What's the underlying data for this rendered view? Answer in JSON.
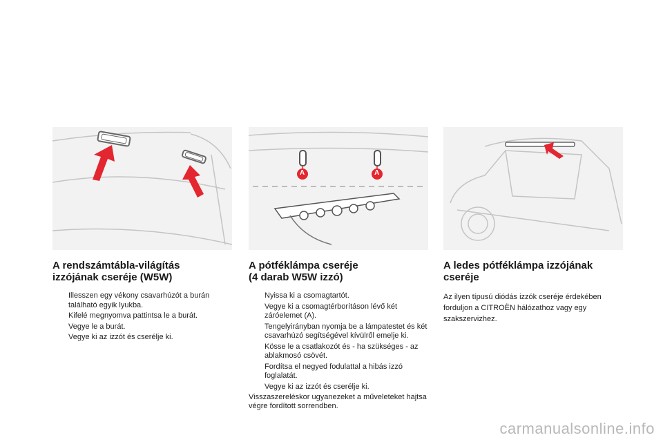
{
  "sections": [
    {
      "title_lines": [
        "A rendszámtábla-világítás",
        "izzójának cseréje (W5W)"
      ],
      "bullets": [
        "Illesszen egy vékony csavarhúzót a burán található egyik lyukba.",
        "Kifelé megnyomva pattintsa le a burát.",
        "Vegye le a burát.",
        "Vegye ki az izzót és cserélje ki."
      ]
    },
    {
      "title_lines": [
        "A pótféklámpa cseréje",
        "(4 darab W5W izzó)"
      ],
      "figure_labels": [
        "A",
        "A"
      ],
      "bullets": [
        "Nyissa ki a csomagtartót.",
        "Vegye ki a csomagtérborításon lévő két záróelemet (A).",
        "Tengelyirányban nyomja be a lámpatestet és két csavarhúzó segítségével kívülről emelje ki.",
        "Kösse le a csatlakozót és - ha szükséges - az ablakmosó csövét.",
        "Fordítsa el negyed fodulattal a hibás izzó foglalatát.",
        "Vegye ki az izzót és cserélje ki."
      ],
      "note": "Visszaszereléskor ugyanezeket a műveleteket hajtsa végre fordított sorrendben."
    },
    {
      "title_lines": [
        "A ledes pótféklámpa izzójának",
        "cseréje"
      ],
      "paragraph": "Az ilyen típusú diódás izzók cseréje érdekében forduljon a CITROËN hálózathoz vagy egy szakszervizhez."
    }
  ],
  "bullet_marker": "",
  "watermark": "carmanualsonline.info",
  "colors": {
    "arrow": "#e3262f",
    "label_circle": "#e3262f",
    "figure_bg": "#f2f2f2",
    "line": "#c4c4c4"
  }
}
